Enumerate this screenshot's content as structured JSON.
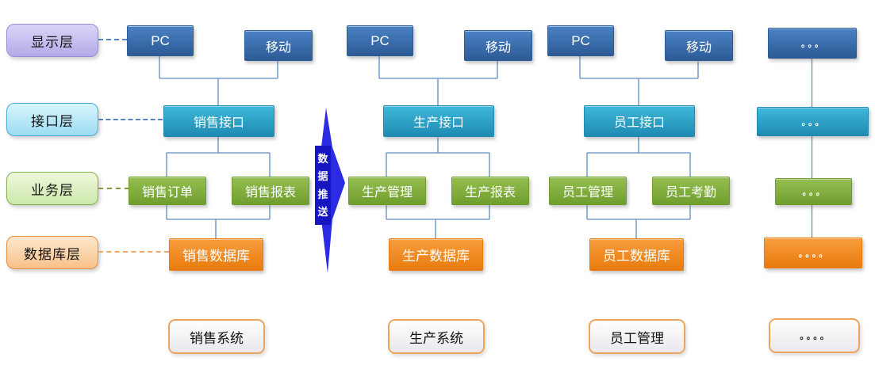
{
  "layers": [
    {
      "label": "显示层"
    },
    {
      "label": "接口层"
    },
    {
      "label": "业务层"
    },
    {
      "label": "数据库层"
    }
  ],
  "push_arrow": {
    "label": "数据推送",
    "chars": [
      "数",
      "据",
      "推",
      "送"
    ]
  },
  "systems": [
    {
      "pc": "PC",
      "mobile": "移动",
      "interface": "销售接口",
      "business_left": "销售订单",
      "business_right": "销售报表",
      "database": "销售数据库",
      "system_label": "销售系统"
    },
    {
      "pc": "PC",
      "mobile": "移动",
      "interface": "生产接口",
      "business_left": "生产管理",
      "business_right": "生产报表",
      "database": "生产数据库",
      "system_label": "生产系统"
    },
    {
      "pc": "PC",
      "mobile": "移动",
      "interface": "员工接口",
      "business_left": "员工管理",
      "business_right": "员工考勤",
      "database": "员工数据库",
      "system_label": "员工管理"
    }
  ],
  "more_column": {
    "display": "。。。",
    "interface": "。。。",
    "business": "。。。",
    "database": "。。。。",
    "system_label": "。。。。"
  },
  "colors": {
    "box_blue": "#35699f",
    "box_teal": "#2a9ec3",
    "box_green": "#7fac3c",
    "box_orange": "#ef8a1f",
    "arrow_blue": "#2222dd",
    "layer_display_bg": "#c3b9ee",
    "layer_interface_bg": "#b5e6f7",
    "layer_business_bg": "#daefbd",
    "layer_database_bg": "#fbd0a2",
    "system_label_border": "#eda45f",
    "connector_line": "#5e8cc0"
  }
}
